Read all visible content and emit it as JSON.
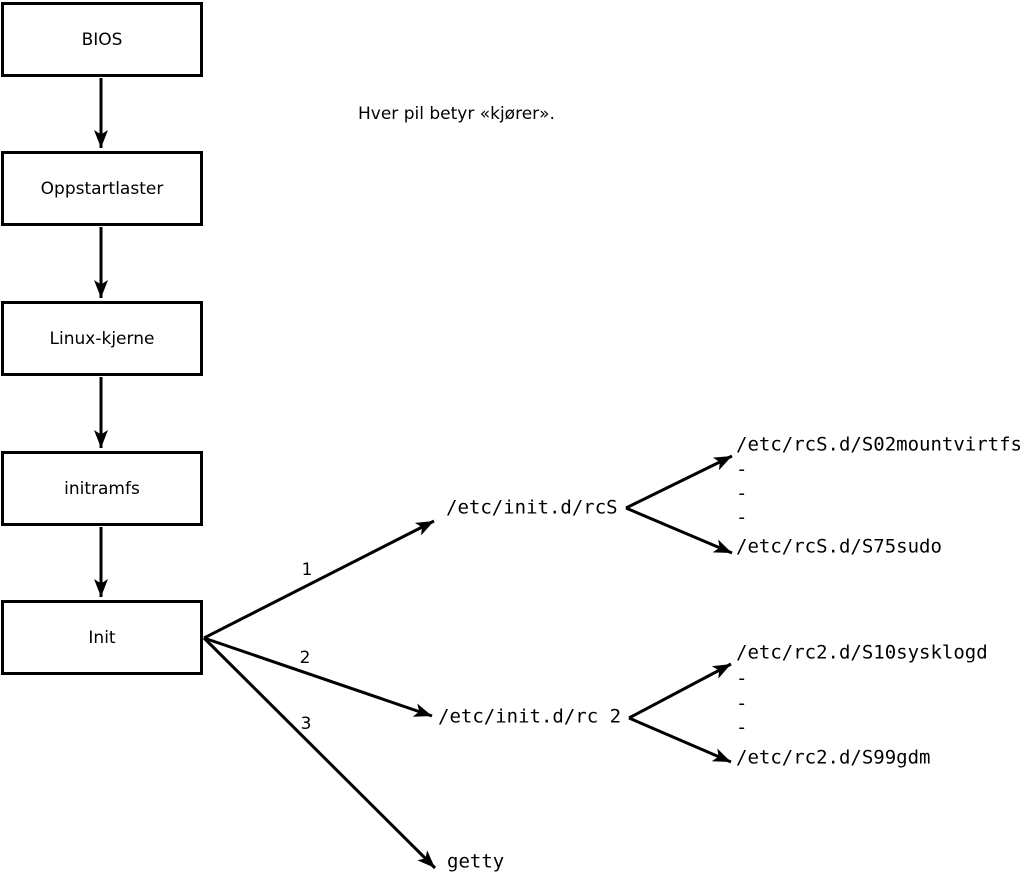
{
  "note": {
    "text": "Hver pil betyr «kjører»."
  },
  "flow_boxes": [
    {
      "label": "BIOS"
    },
    {
      "label": "Oppstartlaster"
    },
    {
      "label": "Linux-kjerne"
    },
    {
      "label": "initramfs"
    },
    {
      "label": "Init"
    }
  ],
  "init_branches": [
    {
      "number": "1",
      "target": "/etc/init.d/rcS"
    },
    {
      "number": "2",
      "target": "/etc/init.d/rc 2"
    },
    {
      "number": "3",
      "target": "getty"
    }
  ],
  "rcS_scripts": {
    "first": "/etc/rcS.d/S02mountvirtfs",
    "ellipsis": [
      "-",
      "-",
      "-"
    ],
    "last": "/etc/rcS.d/S75sudo"
  },
  "rc2_scripts": {
    "first": "/etc/rc2.d/S10sysklogd",
    "ellipsis": [
      "-",
      "-",
      "-"
    ],
    "last": "/etc/rc2.d/S99gdm"
  },
  "colors": {
    "line": "#000000",
    "box_fill": "#ffffff",
    "background": "#ffffff"
  }
}
